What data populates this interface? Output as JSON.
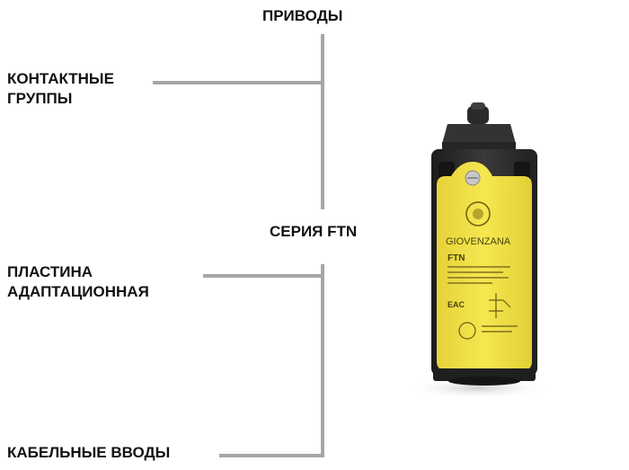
{
  "labels": {
    "drives": "ПРИВОДЫ",
    "contact_groups": "КОНТАКТНЫЕ\nГРУППЫ",
    "series": "СЕРИЯ FTN",
    "adapter_plate": "ПЛАСТИНА\nАДАПТАЦИОННАЯ",
    "cable_entries": "КАБЕЛЬНЫЕ ВВОДЫ"
  },
  "device": {
    "brand": "GIOVENZANA",
    "model": "FTN",
    "cert_mark": "EAC",
    "body_color": "#f2e24a",
    "housing_color": "#2b2b2b"
  }
}
